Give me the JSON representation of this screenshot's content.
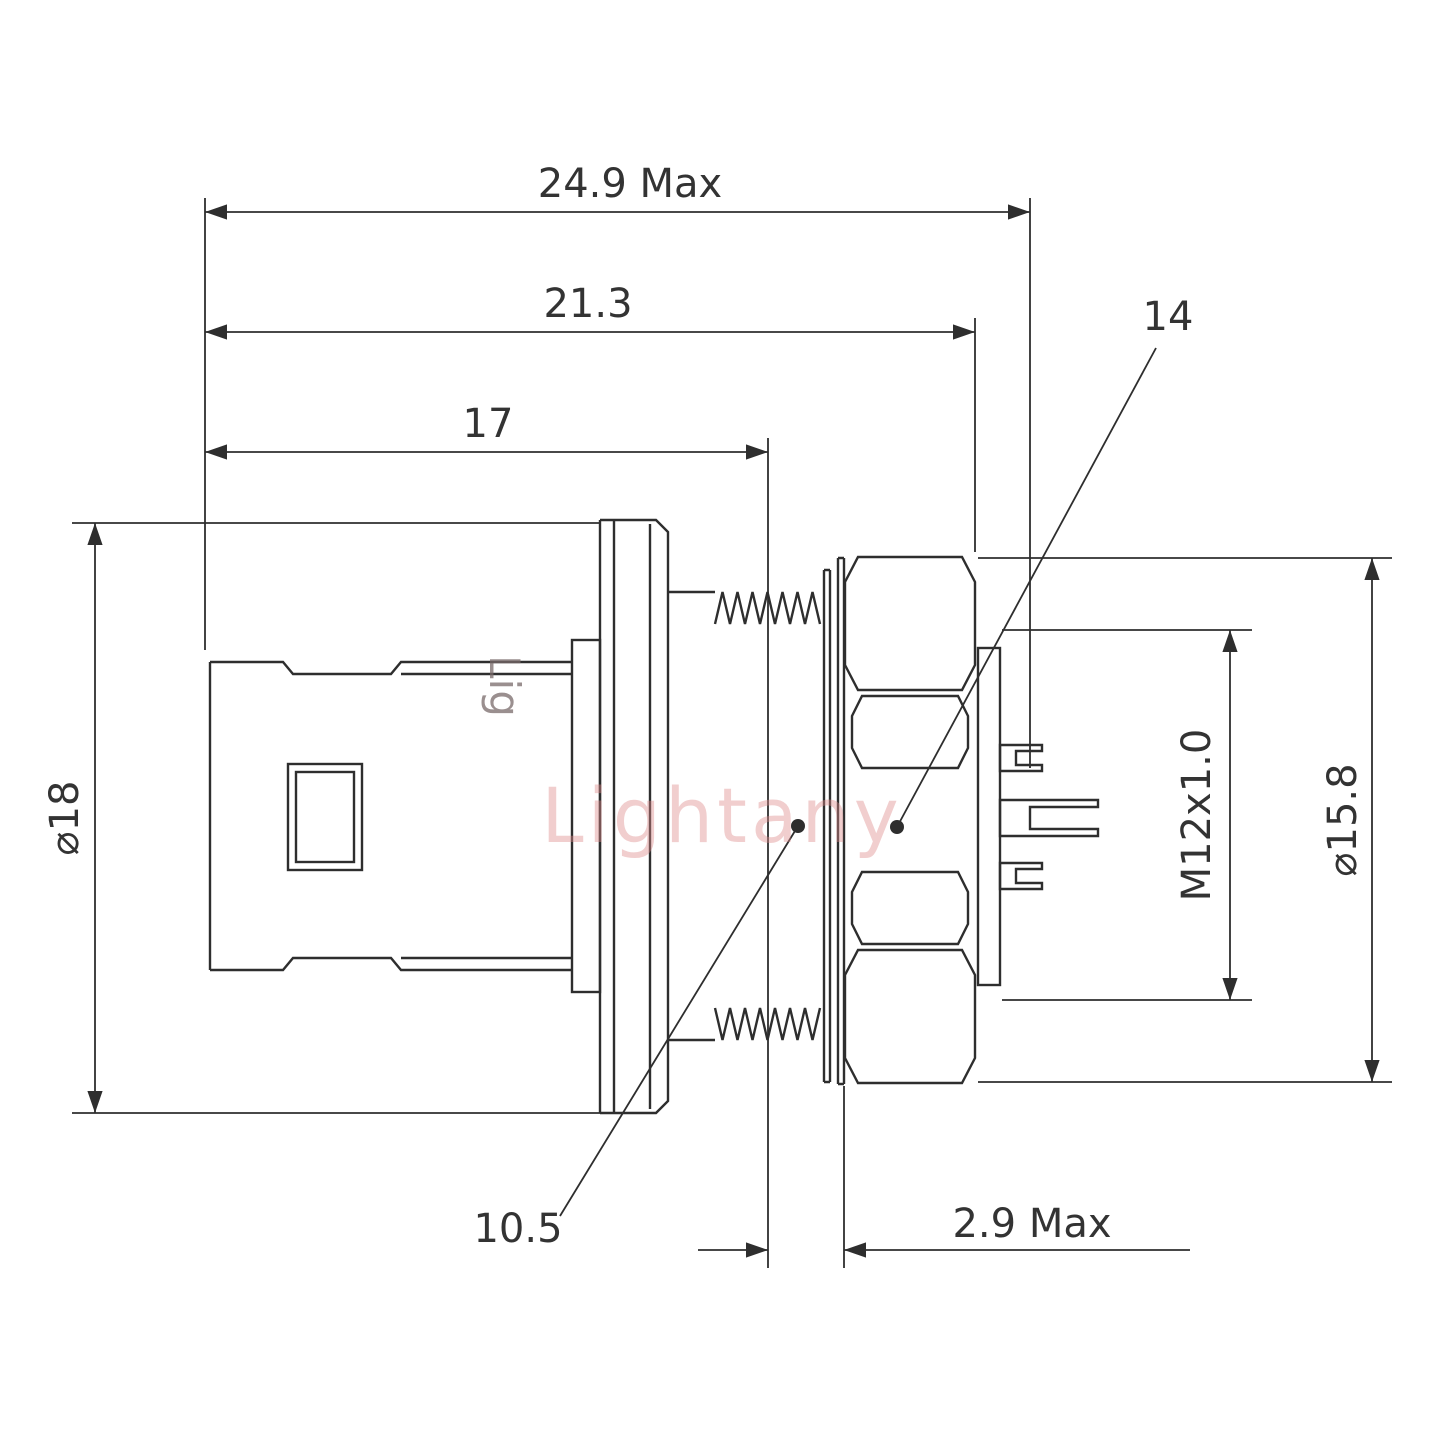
{
  "style": {
    "background": "#ffffff",
    "line_color": "#2e2e2e",
    "dim_text_color": "#333333",
    "watermark_color": "#dd8a8a"
  },
  "watermark": {
    "center_text": "Lightany",
    "side_text": "Lig"
  },
  "dimensions": {
    "overall_length_max": "24.9 Max",
    "length_to_nut_back": "21.3",
    "front_body_length": "17",
    "rear_callout": "14",
    "front_diameter": "⌀18",
    "nut_diameter": "⌀15.8",
    "mount_thread": "M12x1.0",
    "thread_callout": "10.5",
    "panel_thickness_max": "2.9 Max"
  }
}
